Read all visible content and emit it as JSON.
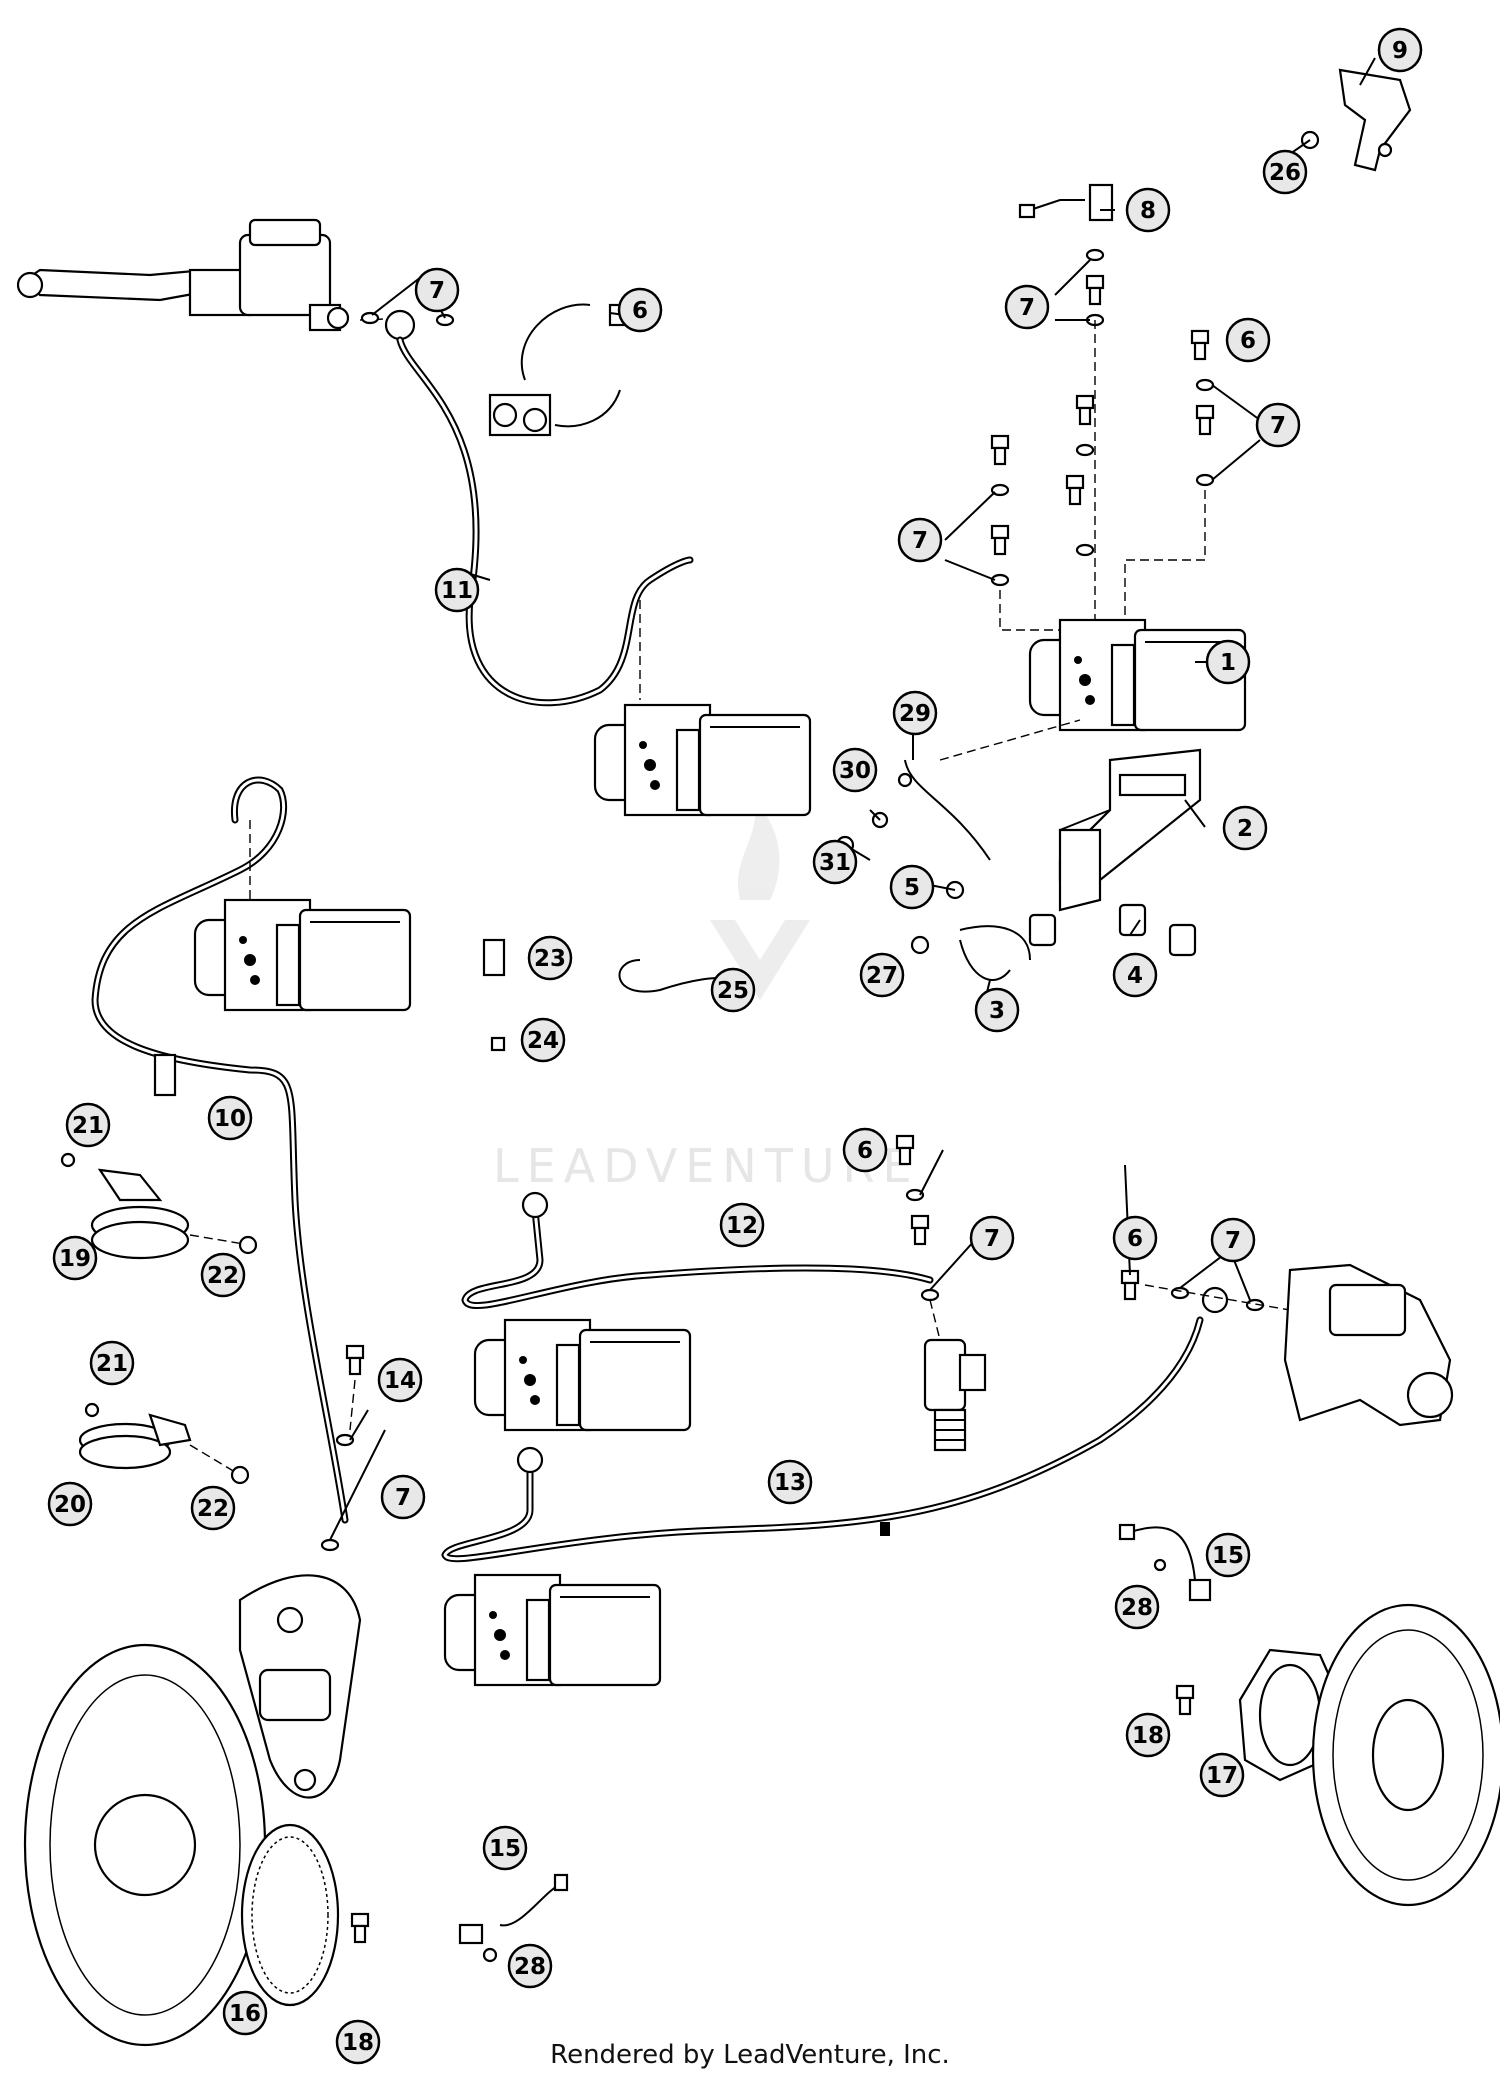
{
  "watermark": "LEADVENTURE",
  "footer": "Rendered by LeadVenture, Inc.",
  "callouts": [
    {
      "id": "c9",
      "label": "9"
    },
    {
      "id": "c26",
      "label": "26"
    },
    {
      "id": "c8",
      "label": "8"
    },
    {
      "id": "c7a",
      "label": "7"
    },
    {
      "id": "c6a",
      "label": "6"
    },
    {
      "id": "c7b",
      "label": "7"
    },
    {
      "id": "c6b",
      "label": "6"
    },
    {
      "id": "c7c",
      "label": "7"
    },
    {
      "id": "c7d",
      "label": "7"
    },
    {
      "id": "c11",
      "label": "11"
    },
    {
      "id": "c1",
      "label": "1"
    },
    {
      "id": "c29",
      "label": "29"
    },
    {
      "id": "c30",
      "label": "30"
    },
    {
      "id": "c2",
      "label": "2"
    },
    {
      "id": "c31",
      "label": "31"
    },
    {
      "id": "c5",
      "label": "5"
    },
    {
      "id": "c27",
      "label": "27"
    },
    {
      "id": "c4",
      "label": "4"
    },
    {
      "id": "c3",
      "label": "3"
    },
    {
      "id": "c23",
      "label": "23"
    },
    {
      "id": "c25",
      "label": "25"
    },
    {
      "id": "c24",
      "label": "24"
    },
    {
      "id": "c10",
      "label": "10"
    },
    {
      "id": "c21a",
      "label": "21"
    },
    {
      "id": "c19",
      "label": "19"
    },
    {
      "id": "c22a",
      "label": "22"
    },
    {
      "id": "c6c",
      "label": "6"
    },
    {
      "id": "c12",
      "label": "12"
    },
    {
      "id": "c7e",
      "label": "7"
    },
    {
      "id": "c6d",
      "label": "6"
    },
    {
      "id": "c7f",
      "label": "7"
    },
    {
      "id": "c21b",
      "label": "21"
    },
    {
      "id": "c14",
      "label": "14"
    },
    {
      "id": "c20",
      "label": "20"
    },
    {
      "id": "c22b",
      "label": "22"
    },
    {
      "id": "c7g",
      "label": "7"
    },
    {
      "id": "c13",
      "label": "13"
    },
    {
      "id": "c15a",
      "label": "15"
    },
    {
      "id": "c28a",
      "label": "28"
    },
    {
      "id": "c18a",
      "label": "18"
    },
    {
      "id": "c17",
      "label": "17"
    },
    {
      "id": "c15b",
      "label": "15"
    },
    {
      "id": "c28b",
      "label": "28"
    },
    {
      "id": "c16",
      "label": "16"
    },
    {
      "id": "c18b",
      "label": "18"
    }
  ]
}
